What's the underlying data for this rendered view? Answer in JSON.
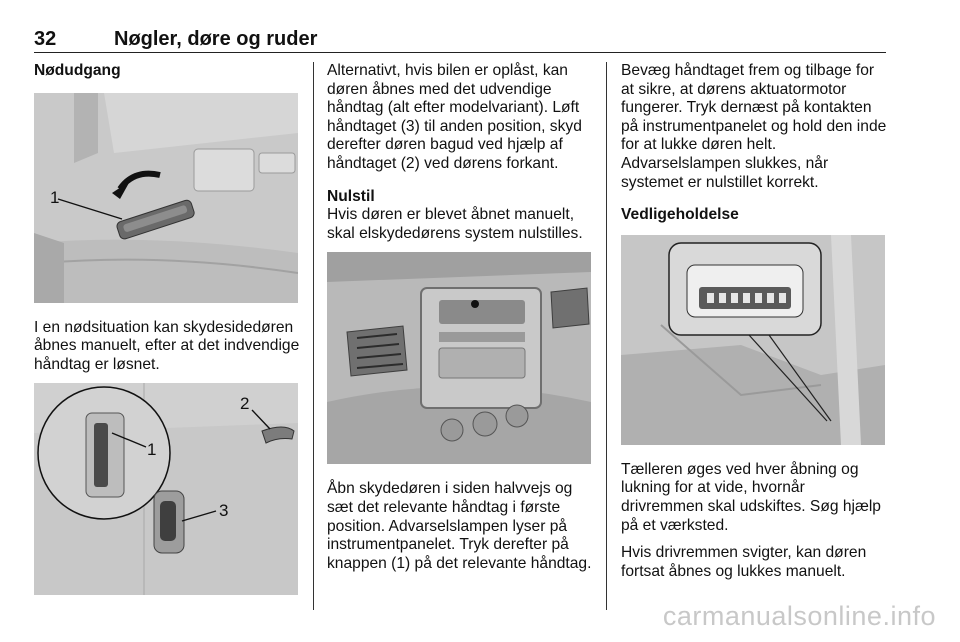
{
  "header": {
    "page_number": "32",
    "chapter_title": "Nøgler, døre og ruder"
  },
  "col1": {
    "heading": "Nødudgang",
    "fig1_callout": "1",
    "para1": "I en nødsituation kan skydesidedøren åbnes manuelt, efter at det indvendige håndtag er løsnet.",
    "fig2_callouts": [
      "2",
      "1",
      "3"
    ]
  },
  "col2": {
    "para1": "Alternativt, hvis bilen er oplåst, kan døren åbnes med det udvendige håndtag (alt efter modelvariant). Løft håndtaget (3) til anden position, skyd derefter døren bagud ved hjælp af håndtaget (2) ved dørens forkant.",
    "subheading": "Nulstil",
    "para2": "Hvis døren er blevet åbnet manuelt, skal elskydedørens system nulstilles.",
    "para3": "Åbn skydedøren i siden halvvejs og sæt det relevante håndtag i første position. Advarselslampen lyser på instrumentpanelet. Tryk derefter på knappen (1) på det relevante håndtag."
  },
  "col3": {
    "para1": "Bevæg håndtaget frem og tilbage for at sikre, at dørens aktuatormotor fungerer. Tryk dernæst på kontakten på instrumentpanelet og hold den inde for at lukke døren helt. Advarselslampen slukkes, når systemet er nulstillet korrekt.",
    "heading": "Vedligeholdelse",
    "para2": "Tælleren øges ved hver åbning og lukning for at vide, hvornår drivremmen skal udskiftes. Søg hjælp på et værksted.",
    "para3": "Hvis drivremmen svigter, kan døren fortsat åbnes og lukkes manuelt."
  },
  "watermark": "carmanualsonline.info"
}
